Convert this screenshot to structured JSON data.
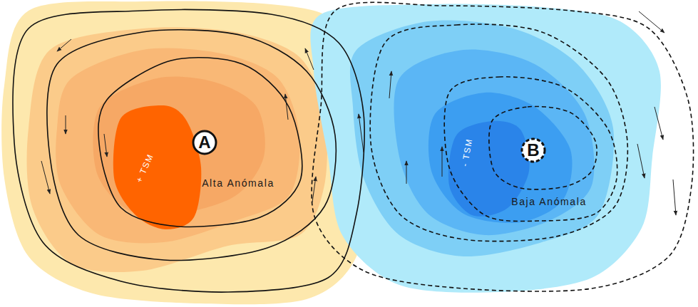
{
  "diagram": {
    "nodes": [
      {
        "text": [
          "A"
        ]
      },
      {
        "text": [
          "B"
        ]
      }
    ],
    "labels": [
      "+ TSM",
      "Alta Anómala",
      "- TSM",
      "Baja Anómala"
    ]
  }
}
